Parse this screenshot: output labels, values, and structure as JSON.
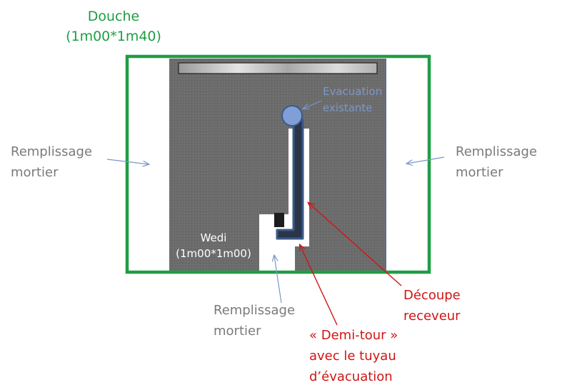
{
  "douche": {
    "line1": "Douche",
    "line2": "(1m00*1m40)"
  },
  "remplissage_left": {
    "line1": "Remplissage",
    "line2": "mortier"
  },
  "remplissage_right": {
    "line1": "Remplissage",
    "line2": "mortier"
  },
  "remplissage_bottom": {
    "line1": "Remplissage",
    "line2": "mortier"
  },
  "evacuation": {
    "line1": "Evacuation",
    "line2": "existante"
  },
  "wedi": {
    "line1": "Wedi",
    "line2": "(1m00*1m00)"
  },
  "decoupe": {
    "line1": "Découpe",
    "line2": "receveur"
  },
  "demi_tour": {
    "line1": "« Demi-tour »",
    "line2": "avec le tuyau",
    "line3": "d’évacuation"
  },
  "colors": {
    "frame": "#1e9e44",
    "tray": "#6b6b6b",
    "pipe": "#3a5a8a",
    "arrow_red": "#d21414",
    "arrow_blue": "#7d97c7"
  }
}
